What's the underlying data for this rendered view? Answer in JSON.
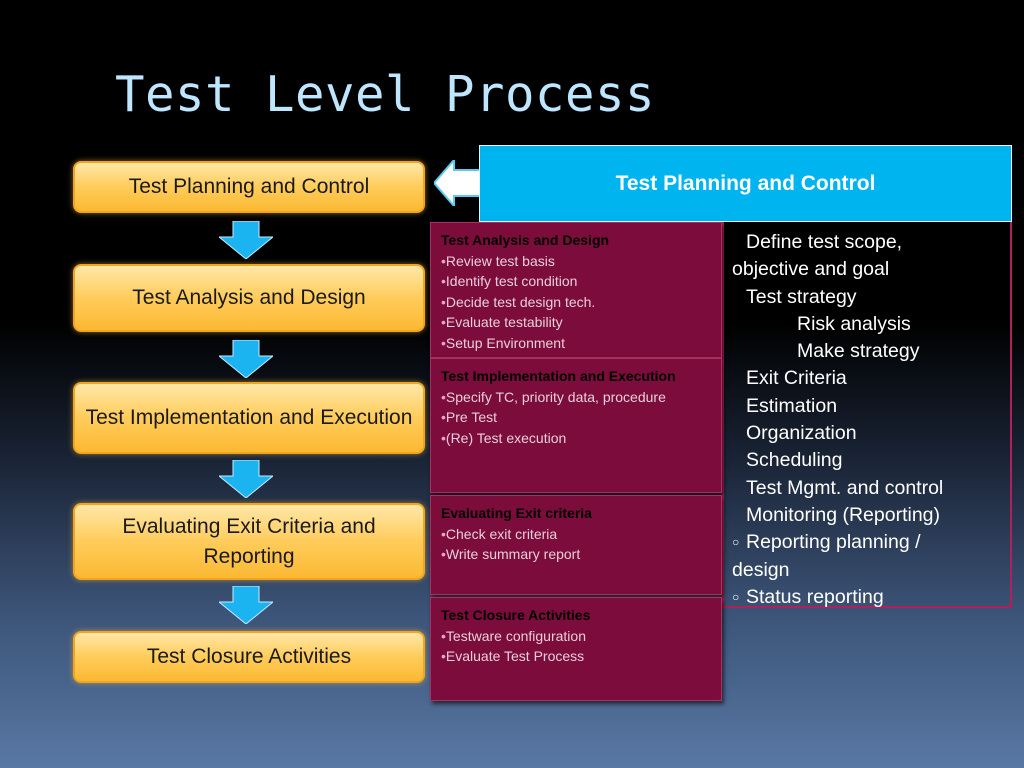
{
  "title": "Test Level Process",
  "steps": [
    {
      "label": "Test Planning and Control"
    },
    {
      "label": "Test Analysis and Design"
    },
    {
      "label": "Test Implementation and Execution"
    },
    {
      "label": "Evaluating Exit Criteria and Reporting"
    },
    {
      "label": "Test Closure Activities"
    }
  ],
  "detail_header": "Test Planning and Control",
  "planning_details": [
    "Define test scope,",
    "objective and goal",
    "Test strategy",
    "Risk analysis",
    "Make strategy",
    "Exit Criteria",
    "Estimation",
    "Organization",
    "Scheduling",
    "Test Mgmt. and control",
    "Monitoring (Reporting)",
    "Reporting planning /",
    "design",
    "Status reporting"
  ],
  "detail_boxes": [
    {
      "heading": "Test Analysis and Design",
      "items": [
        "Review test basis",
        "Identify test condition",
        "Decide test design tech.",
        "Evaluate testability",
        "Setup Environment"
      ]
    },
    {
      "heading": "Test Implementation and Execution",
      "items": [
        "Specify TC, priority data, procedure",
        "Pre Test",
        "(Re) Test execution"
      ]
    },
    {
      "heading": "Evaluating Exit criteria",
      "items": [
        "Check exit criteria",
        "Write summary report"
      ]
    },
    {
      "heading": "Test Closure Activities",
      "items": [
        "Testware configuration",
        "Evaluate Test Process"
      ]
    }
  ],
  "colors": {
    "step_fill": "#ffcc5a",
    "header_fill": "#00b4f0",
    "box_fill": "#7c0c3c",
    "arrow": "#1cb4f0"
  }
}
